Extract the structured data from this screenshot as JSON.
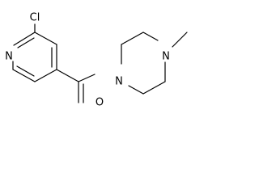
{
  "molecule": {
    "atoms": {
      "chlorine": "Cl",
      "pyridine_nitrogen": "N",
      "carbonyl_oxygen": "O",
      "piperazine_amide_nitrogen": "N",
      "piperazine_methyl_nitrogen": "N"
    },
    "colors": {
      "bond": "#000000",
      "label": "#000000",
      "background": "#ffffff"
    }
  }
}
